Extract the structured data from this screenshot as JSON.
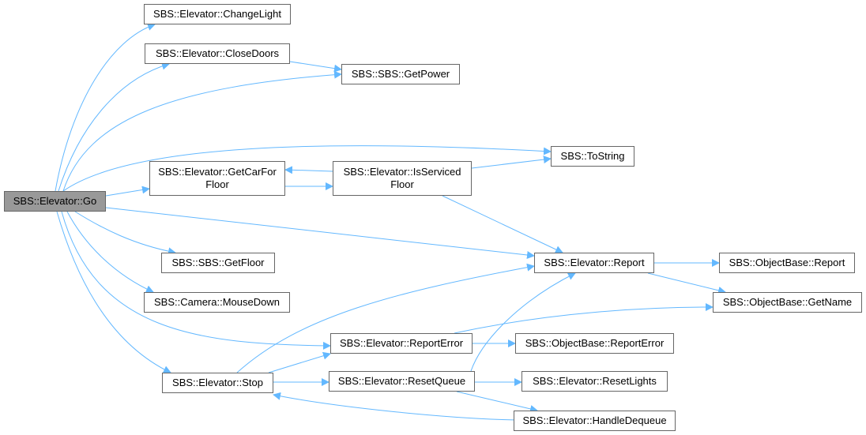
{
  "nodes": {
    "go": "SBS::Elevator::Go",
    "change_light": "SBS::Elevator::ChangeLight",
    "close_doors": "SBS::Elevator::CloseDoors",
    "get_power": "SBS::SBS::GetPower",
    "to_string": "SBS::ToString",
    "get_car_for_floor": "SBS::Elevator::GetCarFor\nFloor",
    "is_serviced_floor": "SBS::Elevator::IsServiced\nFloor",
    "report": "SBS::Elevator::Report",
    "object_base_report": "SBS::ObjectBase::Report",
    "get_floor": "SBS::SBS::GetFloor",
    "object_base_get_name": "SBS::ObjectBase::GetName",
    "mouse_down": "SBS::Camera::MouseDown",
    "report_error": "SBS::Elevator::ReportError",
    "object_base_report_error": "SBS::ObjectBase::ReportError",
    "stop": "SBS::Elevator::Stop",
    "reset_queue": "SBS::Elevator::ResetQueue",
    "reset_lights": "SBS::Elevator::ResetLights",
    "handle_dequeue": "SBS::Elevator::HandleDequeue"
  },
  "edges": [
    [
      "go",
      "change_light"
    ],
    [
      "go",
      "close_doors"
    ],
    [
      "go",
      "get_power"
    ],
    [
      "go",
      "to_string"
    ],
    [
      "go",
      "get_car_for_floor"
    ],
    [
      "go",
      "report"
    ],
    [
      "go",
      "get_floor"
    ],
    [
      "go",
      "mouse_down"
    ],
    [
      "go",
      "report_error"
    ],
    [
      "go",
      "stop"
    ],
    [
      "close_doors",
      "get_power"
    ],
    [
      "get_car_for_floor",
      "is_serviced_floor"
    ],
    [
      "is_serviced_floor",
      "get_car_for_floor"
    ],
    [
      "is_serviced_floor",
      "to_string"
    ],
    [
      "is_serviced_floor",
      "report"
    ],
    [
      "report",
      "object_base_report"
    ],
    [
      "report",
      "object_base_get_name"
    ],
    [
      "report_error",
      "object_base_get_name"
    ],
    [
      "report_error",
      "object_base_report_error"
    ],
    [
      "stop",
      "report"
    ],
    [
      "stop",
      "report_error"
    ],
    [
      "stop",
      "reset_queue"
    ],
    [
      "reset_queue",
      "report"
    ],
    [
      "reset_queue",
      "reset_lights"
    ],
    [
      "reset_queue",
      "handle_dequeue"
    ],
    [
      "handle_dequeue",
      "stop"
    ]
  ],
  "colors": {
    "edge": "#63b8ff",
    "node_border": "#666666",
    "root_fill": "#999999"
  }
}
